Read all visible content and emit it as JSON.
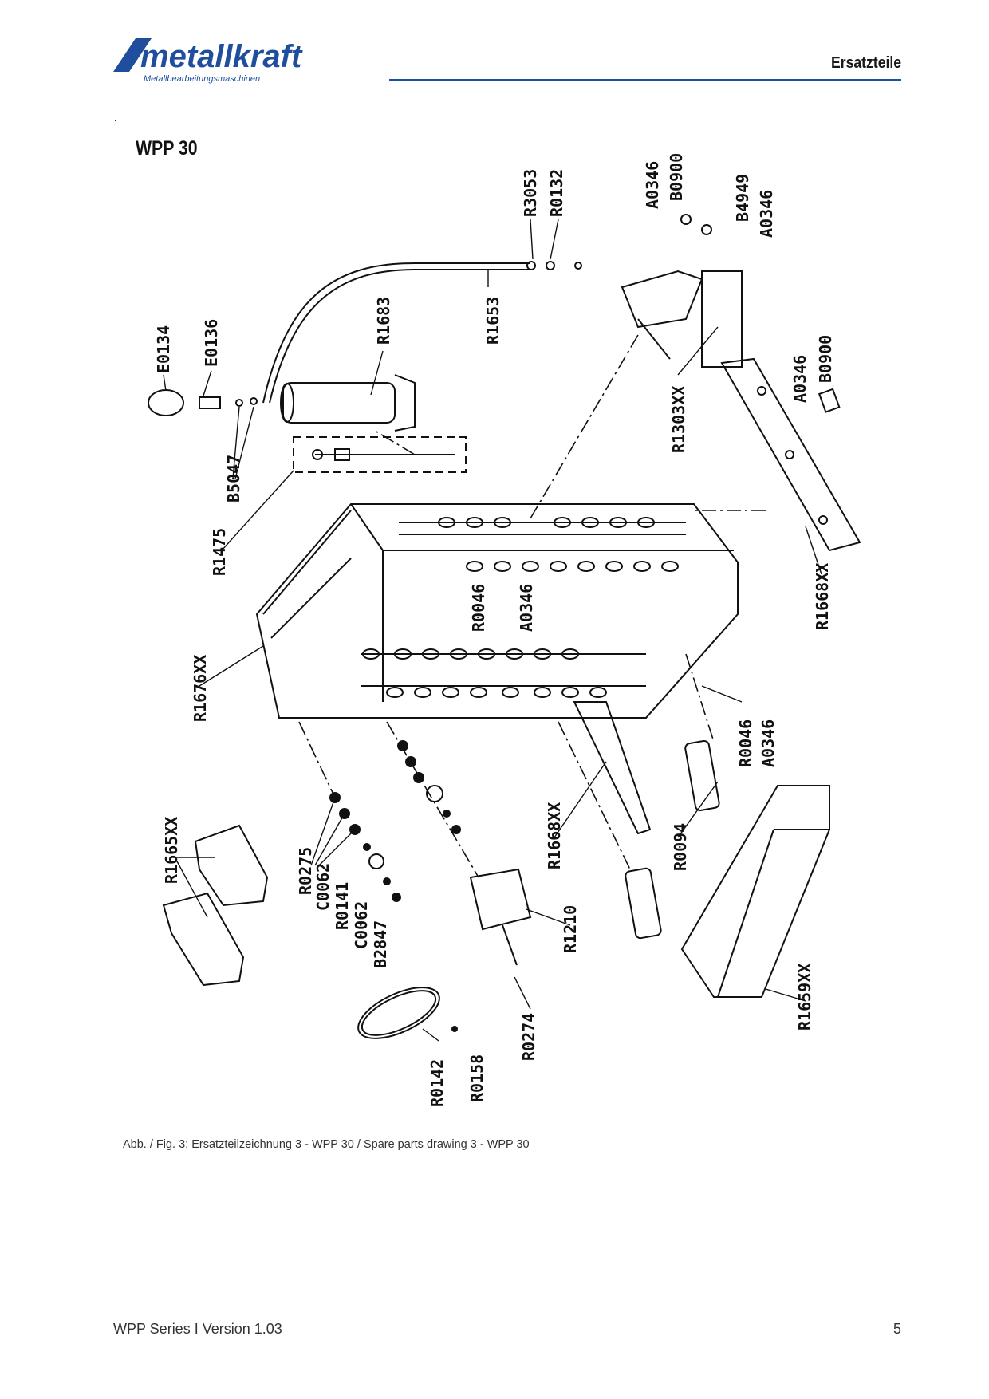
{
  "header": {
    "brand_name": "metallkraft",
    "brand_tagline": "Metallbearbeitungsmaschinen",
    "section_title": "Ersatzteile",
    "accent_color": "#1f4e9e"
  },
  "page": {
    "model_title": "WPP 30"
  },
  "drawing": {
    "part_labels": [
      "R3053",
      "R0132",
      "A0346",
      "B0900",
      "B4949",
      "A0346",
      "R1653",
      "R1683",
      "E0134",
      "E0136",
      "B5047",
      "R1475",
      "R1303XX",
      "A0346",
      "B0900",
      "R1668XX",
      "R0046",
      "A0346",
      "R1676XX",
      "R0046",
      "A0346",
      "R1668XX",
      "R0094",
      "R1665XX",
      "R0275",
      "C0062",
      "R0141",
      "C0062",
      "B2847",
      "R1210",
      "R0274",
      "R0142",
      "R0158",
      "R1659XX"
    ]
  },
  "caption": "Abb. / Fig. 3: Ersatzteilzeichnung 3 - WPP 30 / Spare parts drawing 3 -  WPP 30",
  "footer": {
    "series_version": "WPP Series I Version 1.03",
    "page_number": "5"
  }
}
